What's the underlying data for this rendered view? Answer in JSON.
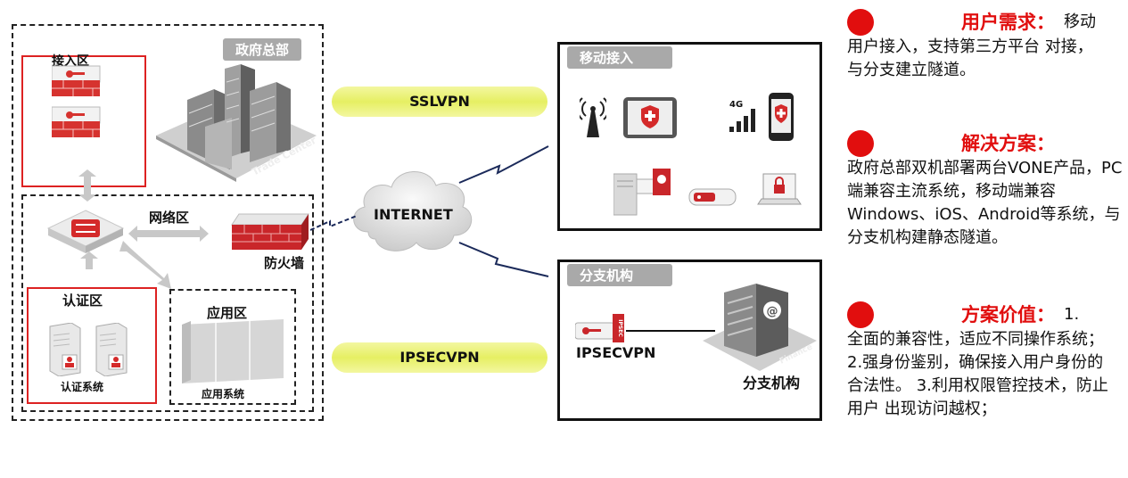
{
  "left": {
    "gov_hq_label": "政府总部",
    "access_zone_label": "接入区",
    "network_zone_label": "网络区",
    "firewall_label": "防火墙",
    "auth_zone_label": "认证区",
    "auth_system_label": "认证系统",
    "app_zone_label": "应用区",
    "app_system_label": "应用系统",
    "building_sign": "Trade Center"
  },
  "links": {
    "sslvpn": "SSLVPN",
    "ipsecvpn": "IPSECVPN",
    "internet": "INTERNET"
  },
  "mobile": {
    "title": "移动接入",
    "signal_label": "4G"
  },
  "branch": {
    "title": "分支机构",
    "device_label": "IPSECVPN",
    "device_tag": "IPSEC",
    "branch_label": "分支机构",
    "building_sign": "Finance"
  },
  "panel": {
    "need_title": "用户需求：",
    "need_text_inline": "移动",
    "need_text": "用户接入，支持第三方平台 对接，与分支建立隧道。",
    "solution_title": "解决方案：",
    "solution_text": "政府总部双机部署两台VONE产品，PC端兼容主流系统，移动端兼容Windows、iOS、Android等系统，与分支机构建静态隧道。",
    "value_title": "方案价值：",
    "value_text_inline": "1.",
    "value_text": "全面的兼容性，适应不同操作系统；\n2.强身份鉴别，确保接入用户身份的合法性。 3.利用权限管控技术，防止用户 出现访问越权；"
  },
  "colors": {
    "accent_red": "#e10e0e",
    "pill_yellow": "#e6ef63",
    "badge_gray": "#a9a9a9"
  }
}
